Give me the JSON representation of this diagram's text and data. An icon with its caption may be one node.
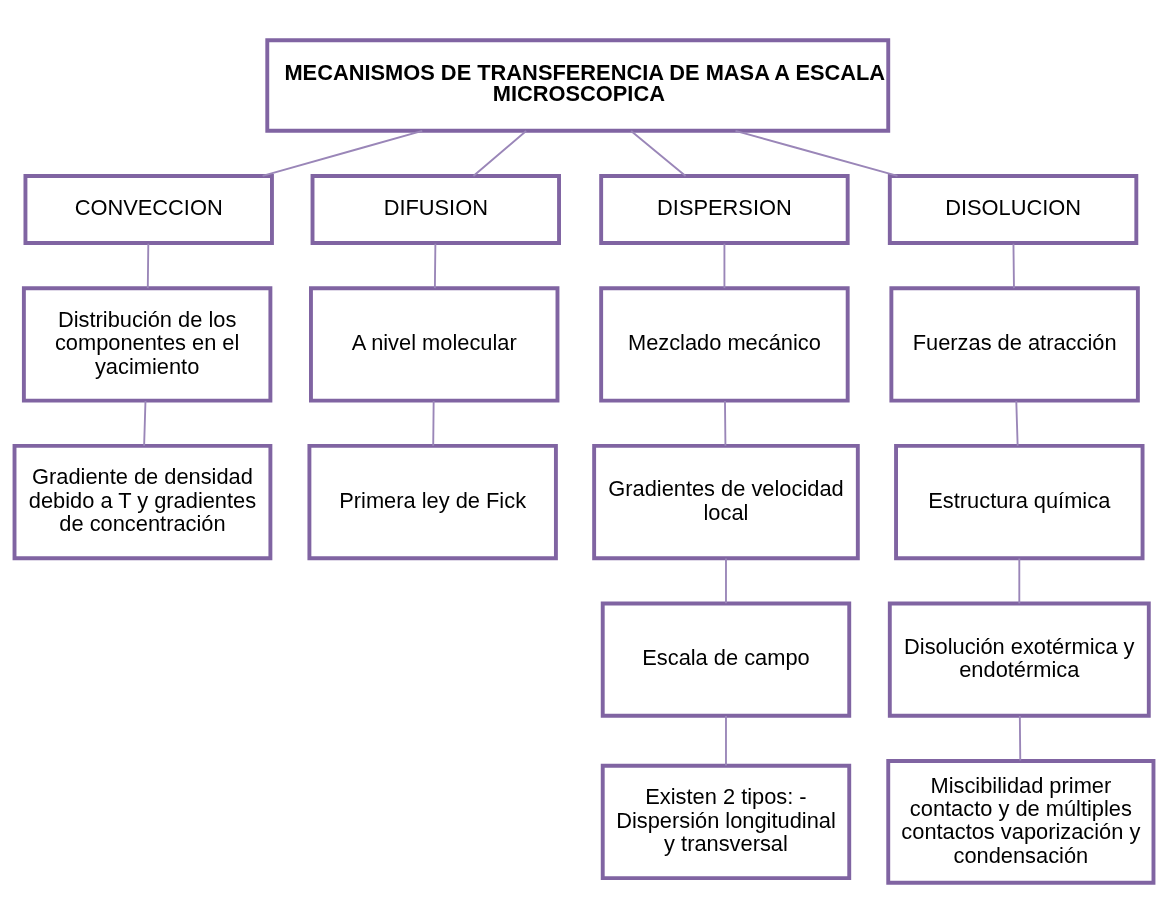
{
  "diagram": {
    "nodes": [
      {
        "text": [
          "MECANISMOS DE TRANSFERENCIA DE MASA A ESCALA MICROSCOPICA"
        ]
      },
      {
        "text": [
          "CONVECCION"
        ]
      },
      {
        "text": [
          "DIFUSION"
        ]
      },
      {
        "text": [
          "DISPERSION"
        ]
      },
      {
        "text": [
          "DISOLUCION"
        ]
      },
      {
        "text": [
          "Distribución de los componentes en el yacimiento"
        ]
      },
      {
        "text": [
          "Gradiente de densidad debido a T y gradientes de concentración"
        ]
      },
      {
        "text": [
          "A nivel molecular"
        ]
      },
      {
        "text": [
          "Primera ley de Fick"
        ]
      },
      {
        "text": [
          "Mezclado mecánico"
        ]
      },
      {
        "text": [
          "Gradientes de velocidad local"
        ]
      },
      {
        "text": [
          "Escala de campo"
        ]
      },
      {
        "text": [
          "Existen 2 tipos: - Dispersión longitudinal y transversal"
        ]
      },
      {
        "text": [
          "Fuerzas de atracción"
        ]
      },
      {
        "text": [
          "Estructura química"
        ]
      },
      {
        "text": [
          "Disolución exotérmica y endotérmica"
        ]
      },
      {
        "text": [
          "Miscibilidad primer contacto y de múltiples contactos vaporización y condensación"
        ]
      }
    ],
    "edges": [
      {
        "from": 0,
        "to": 1,
        "arrow": "none"
      },
      {
        "from": 0,
        "to": 2,
        "arrow": "none"
      },
      {
        "from": 0,
        "to": 3,
        "arrow": "none"
      },
      {
        "from": 0,
        "to": 4,
        "arrow": "none"
      },
      {
        "from": 1,
        "to": 5,
        "arrow": "none"
      },
      {
        "from": 5,
        "to": 6,
        "arrow": "none"
      },
      {
        "from": 2,
        "to": 7,
        "arrow": "none"
      },
      {
        "from": 7,
        "to": 8,
        "arrow": "none"
      },
      {
        "from": 3,
        "to": 9,
        "arrow": "none"
      },
      {
        "from": 9,
        "to": 10,
        "arrow": "none"
      },
      {
        "from": 10,
        "to": 11,
        "arrow": "none"
      },
      {
        "from": 11,
        "to": 12,
        "arrow": "none"
      },
      {
        "from": 4,
        "to": 13,
        "arrow": "none"
      },
      {
        "from": 13,
        "to": 14,
        "arrow": "none"
      },
      {
        "from": 14,
        "to": 15,
        "arrow": "none"
      },
      {
        "from": 15,
        "to": 16,
        "arrow": "none"
      }
    ]
  }
}
